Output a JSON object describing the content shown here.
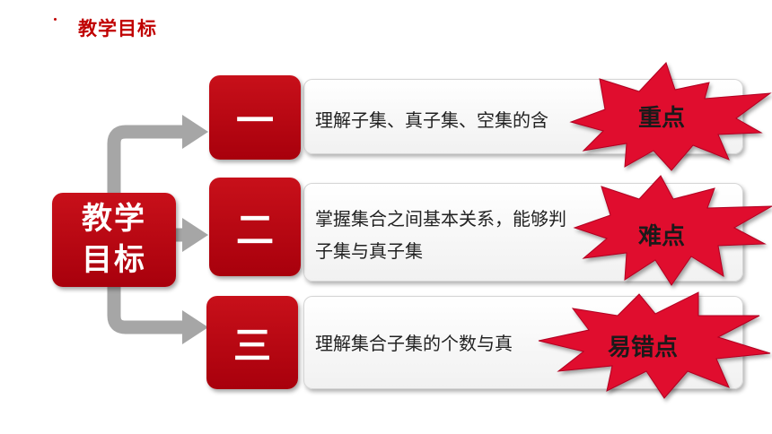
{
  "header": {
    "title": "教学目标"
  },
  "center": {
    "line1": "教学",
    "line2": "目标"
  },
  "items": [
    {
      "number": "一",
      "text_lines": [
        "理解子集、真子集、空集的含"
      ],
      "tag": "重点"
    },
    {
      "number": "二",
      "text_lines": [
        "掌握集合之间基本关系，能够判",
        "子集与真子集"
      ],
      "tag": "难点"
    },
    {
      "number": "三",
      "text_lines": [
        "理解集合子集的个数与真"
      ],
      "tag": "易错点"
    }
  ],
  "colors": {
    "red": "#c00000",
    "burst": "#e00a2e",
    "arrow": "#a6a6a6"
  }
}
